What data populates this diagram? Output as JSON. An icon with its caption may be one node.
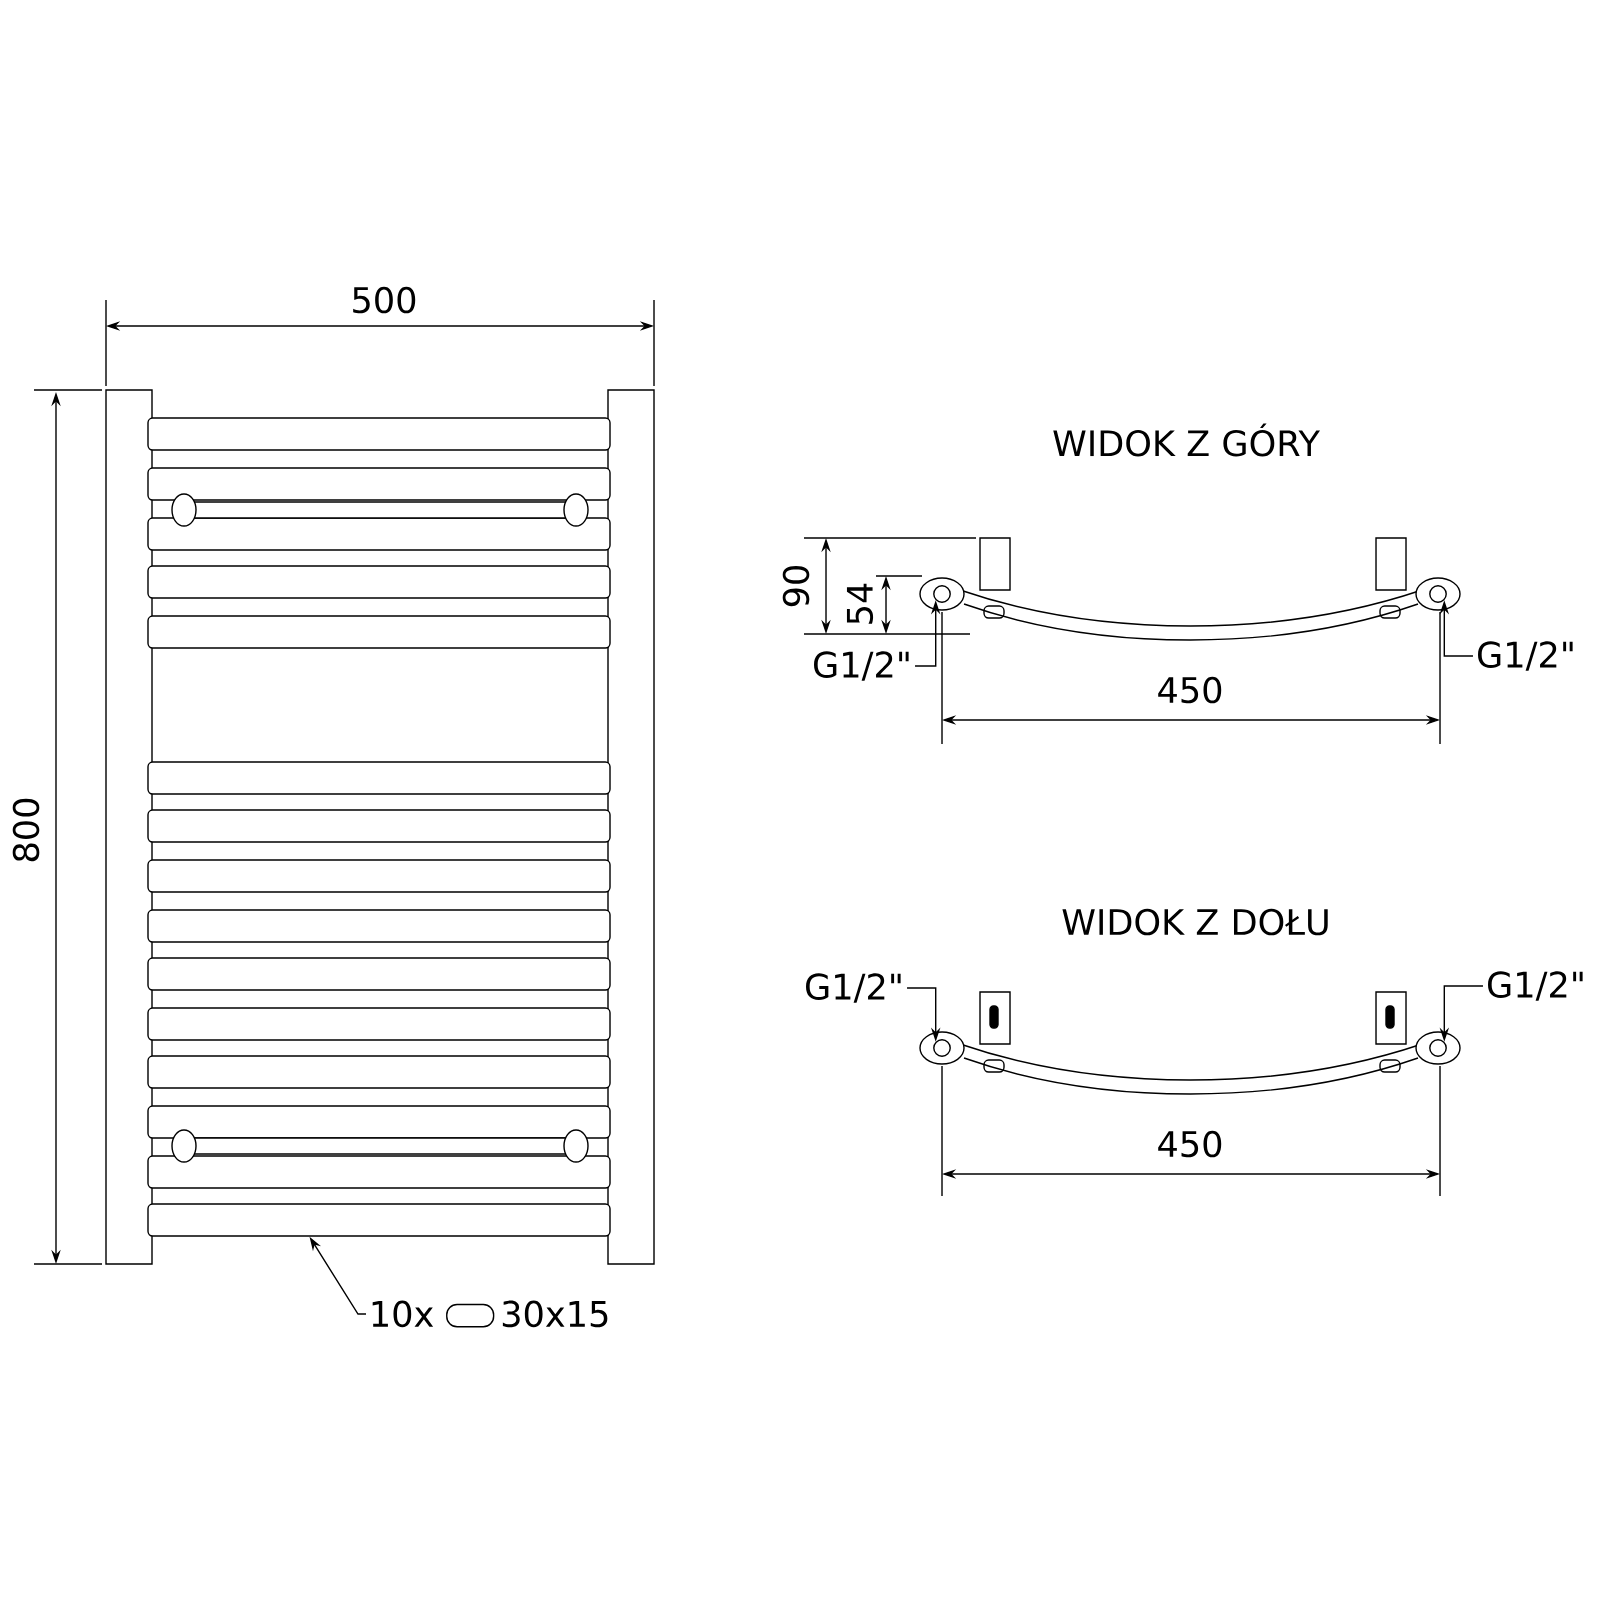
{
  "diagram": {
    "nodes": [
      {
        "text": [
          "10x",
          "30x15"
        ]
      },
      {
        "text": [],
        "shape": "bar"
      },
      {
        "text": [
          "G1/2\""
        ]
      },
      {
        "text": [],
        "shape": "circle"
      },
      {
        "text": [
          "G1/2\""
        ]
      },
      {
        "text": [],
        "shape": "circle"
      },
      {
        "text": [
          "G1/2\""
        ]
      },
      {
        "text": [],
        "shape": "circle"
      },
      {
        "text": [
          "G1/2\""
        ]
      },
      {
        "text": [],
        "shape": "circle"
      }
    ],
    "edges": [
      {
        "from": 0,
        "to": 1,
        "arrow": "to"
      },
      {
        "from": 2,
        "to": 3,
        "arrow": "to"
      },
      {
        "from": 4,
        "to": 5,
        "arrow": "to"
      },
      {
        "from": 6,
        "to": 7,
        "arrow": "to"
      },
      {
        "from": 8,
        "to": 9,
        "arrow": "to"
      }
    ],
    "labels": [
      "500",
      "800",
      "WIDOK Z GÓRY",
      "90",
      "54",
      "450",
      "WIDOK Z DOŁU",
      "450"
    ]
  }
}
